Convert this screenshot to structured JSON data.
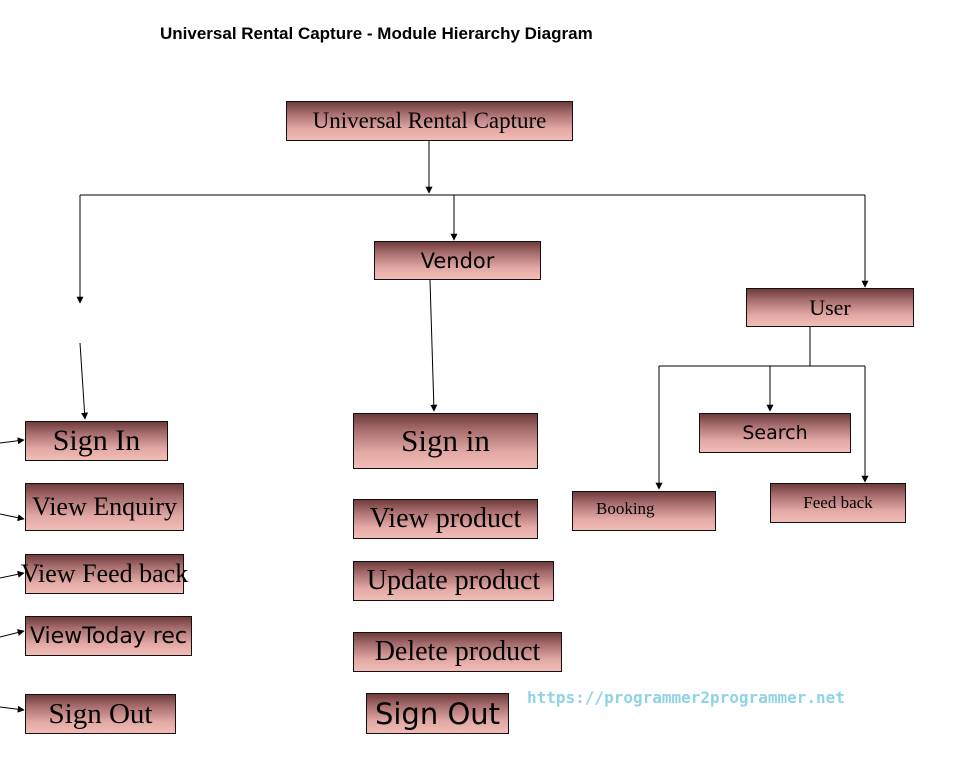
{
  "title": "Universal Rental Capture - Module Hierarchy Diagram",
  "root": {
    "label": "Universal Rental Capture"
  },
  "vendor": {
    "label": "Vendor",
    "items": [
      "Sign  in",
      "View product",
      "Update  product",
      "Delete  product",
      "Sign Out"
    ]
  },
  "user": {
    "label": "User",
    "items": [
      "Search",
      "Booking",
      "Feed back"
    ]
  },
  "admin": {
    "items": [
      "Sign  In",
      "View  Enquiry",
      "View  Feed back",
      "ViewToday rec",
      "Sign Out"
    ]
  },
  "watermark": "https://programmer2programmer.net",
  "colors": {
    "box_top": "#6e3b3b",
    "box_bottom": "#f2bcb6",
    "border": "#111111",
    "watermark": "#8fd3e6"
  }
}
